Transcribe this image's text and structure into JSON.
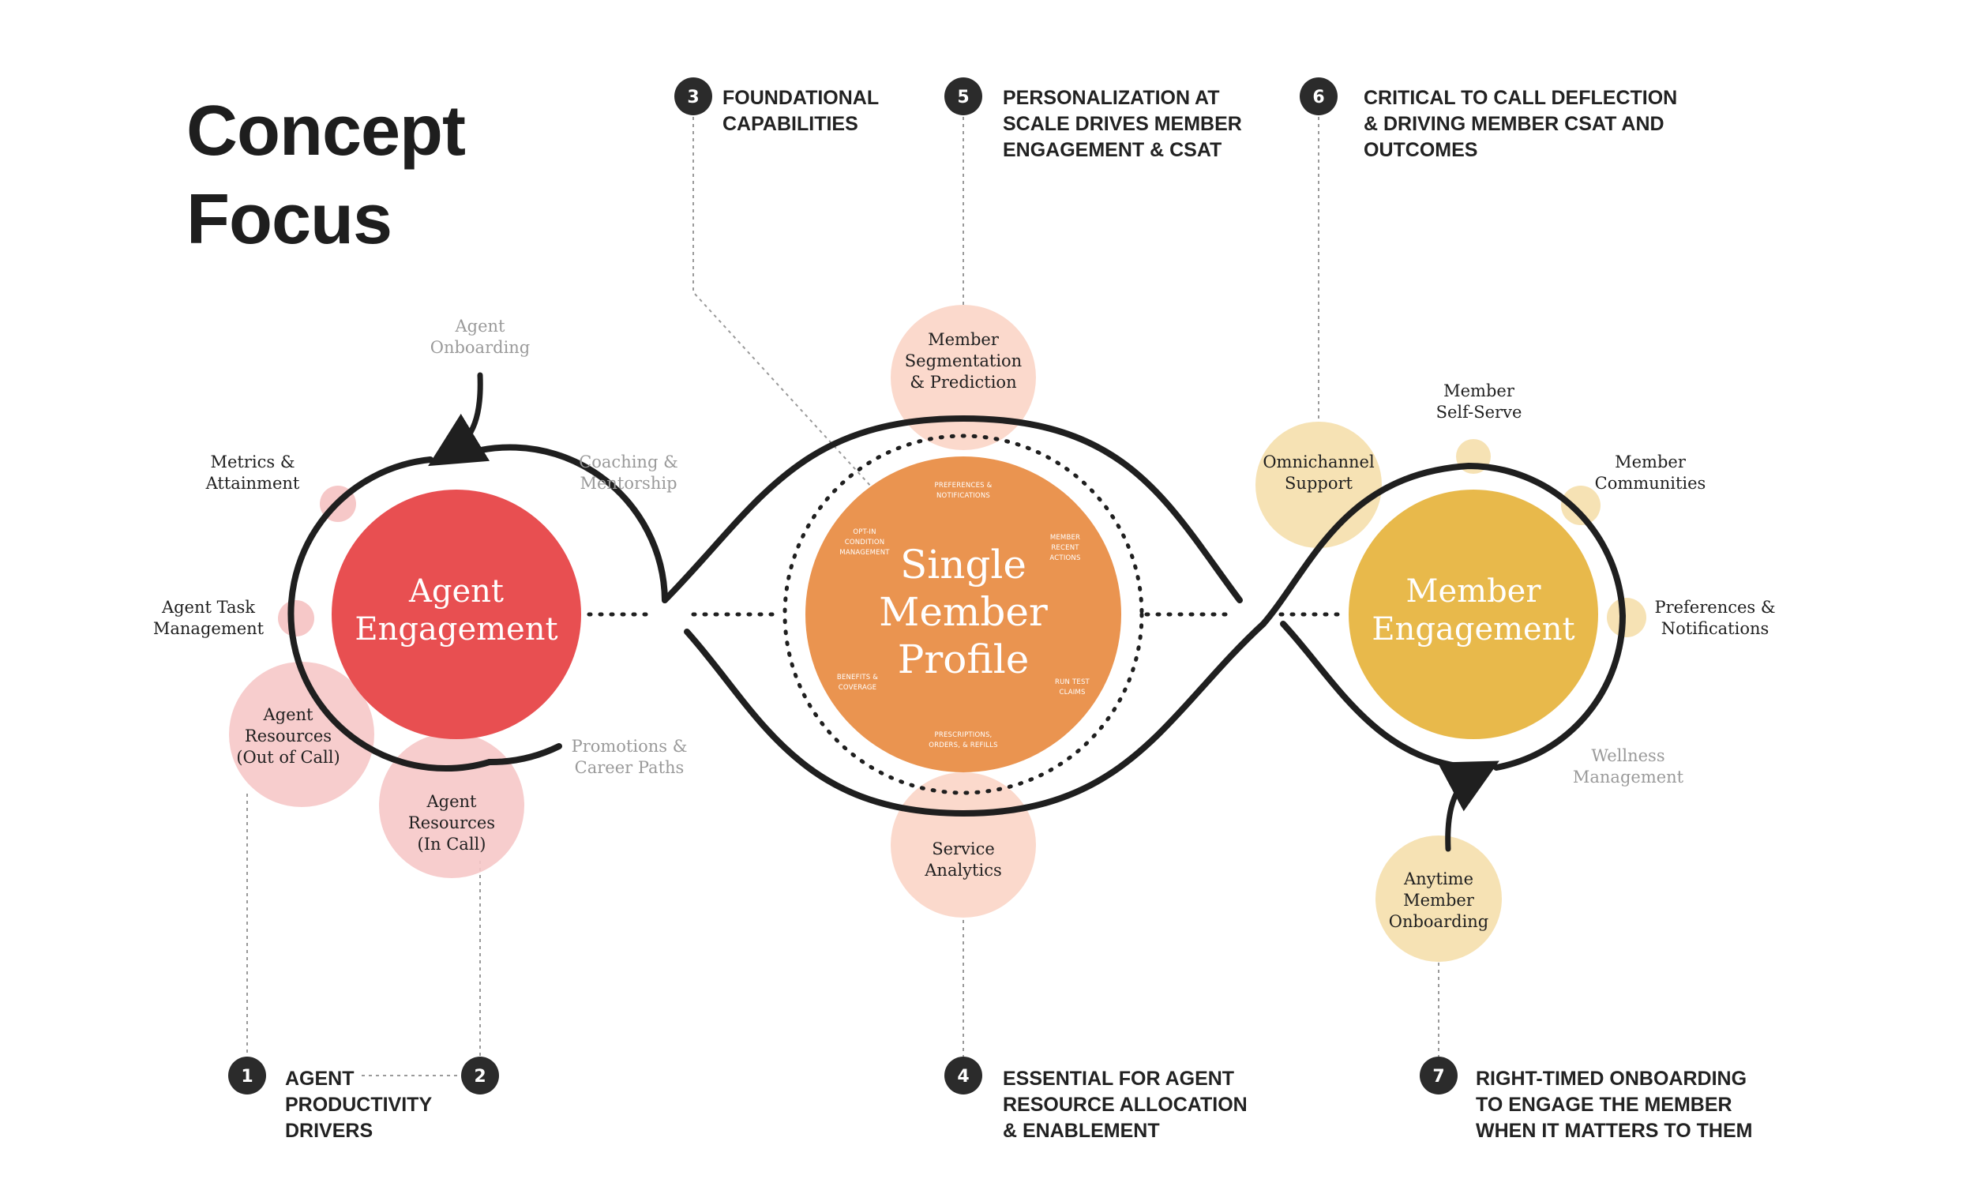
{
  "title": {
    "line1": "Concept",
    "line2": "Focus"
  },
  "hubs": {
    "agent": {
      "line1": "Agent",
      "line2": "Engagement",
      "color": "#e84f51"
    },
    "profile": {
      "line1": "Single",
      "line2": "Member",
      "line3": "Profile",
      "color": "#ea9450"
    },
    "member": {
      "line1": "Member",
      "line2": "Engagement",
      "color": "#e8b94b"
    }
  },
  "profile_items": {
    "top": [
      "PREFERENCES &",
      "NOTIFICATIONS"
    ],
    "left": [
      "OPT-IN",
      "CONDITION",
      "MANAGEMENT"
    ],
    "right": [
      "MEMBER",
      "RECENT",
      "ACTIONS"
    ],
    "bottom_left": [
      "BENEFITS &",
      "COVERAGE"
    ],
    "bottom_right": [
      "RUN TEST",
      "CLAIMS"
    ],
    "bottom": [
      "PRESCRIPTIONS,",
      "ORDERS, & REFILLS"
    ]
  },
  "agent_labels": {
    "onboarding": [
      "Agent",
      "Onboarding"
    ],
    "coaching": [
      "Coaching &",
      "Mentorship"
    ],
    "promotions": [
      "Promotions &",
      "Career Paths"
    ],
    "metrics": [
      "Metrics &",
      "Attainment"
    ],
    "task": [
      "Agent Task",
      "Management"
    ],
    "resources_out": [
      "Agent",
      "Resources",
      "(Out of Call)"
    ],
    "resources_in": [
      "Agent",
      "Resources",
      "(In Call)"
    ]
  },
  "profile_labels": {
    "segmentation": [
      "Member",
      "Segmentation",
      "& Prediction"
    ],
    "analytics": [
      "Service",
      "Analytics"
    ]
  },
  "member_labels": {
    "omnichannel": [
      "Omnichannel",
      "Support"
    ],
    "self_serve": [
      "Member",
      "Self-Serve"
    ],
    "communities": [
      "Member",
      "Communities"
    ],
    "preferences": [
      "Preferences &",
      "Notifications"
    ],
    "wellness": [
      "Wellness",
      "Management"
    ],
    "onboarding": [
      "Anytime",
      "Member",
      "Onboarding"
    ]
  },
  "callouts": [
    {
      "number": "1",
      "lines": [
        "AGENT",
        "PRODUCTIVITY",
        "DRIVERS"
      ]
    },
    {
      "number": "2",
      "lines": []
    },
    {
      "number": "3",
      "lines": [
        "FOUNDATIONAL",
        "CAPABILITIES"
      ]
    },
    {
      "number": "4",
      "lines": [
        "ESSENTIAL FOR AGENT",
        "RESOURCE ALLOCATION",
        "& ENABLEMENT"
      ]
    },
    {
      "number": "5",
      "lines": [
        "PERSONALIZATION AT",
        "SCALE DRIVES MEMBER",
        "ENGAGEMENT & CSAT"
      ]
    },
    {
      "number": "6",
      "lines": [
        "CRITICAL TO CALL DEFLECTION",
        "& DRIVING MEMBER CSAT AND",
        "OUTCOMES"
      ]
    },
    {
      "number": "7",
      "lines": [
        "RIGHT-TIMED ONBOARDING",
        "TO ENGAGE THE MEMBER",
        "WHEN IT MATTERS TO THEM"
      ]
    }
  ],
  "colors": {
    "agent_bubble": "#f6c8c8",
    "profile_bubble": "#fbd9cc",
    "member_bubble": "#f6e2b4",
    "loop_stroke": "#1f1f1f",
    "badge": "#2b2b2b",
    "leader": "#9a9a9a"
  }
}
